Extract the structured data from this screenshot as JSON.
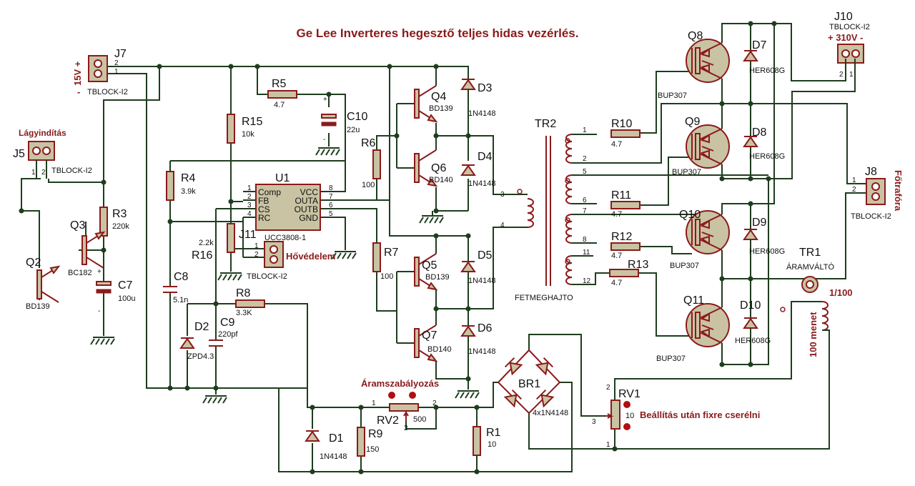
{
  "title": "Ge Lee Inverteres hegesztő teljes hidas vezérlés.",
  "colors": {
    "wire": "#1e3d1e",
    "component_outline": "#8b1a1a",
    "component_fill": "#c9c3a3",
    "annotation": "#8b1a1a"
  },
  "annotations": {
    "supply_15v": "15V +",
    "supply_15v_minus": "-",
    "softstart": "Lágyindítás",
    "thermal": "Hővédelem",
    "current_reg": "Áramszabályozás",
    "rv1_note": "Beállítás után fixre cserélni",
    "supply_310v": "+ 310V -",
    "main_trafo": "Főtrafóra",
    "tr1_ratio": "1/100",
    "tr1_turns": "100 menet"
  },
  "components": {
    "J7": {
      "ref": "J7",
      "value": "TBLOCK-I2"
    },
    "J5": {
      "ref": "J5",
      "value": "TBLOCK-I2"
    },
    "J11": {
      "ref": "J11",
      "value": "TBLOCK-I2"
    },
    "J10": {
      "ref": "J10",
      "value": "TBLOCK-I2"
    },
    "J8": {
      "ref": "J8",
      "value": "TBLOCK-I2"
    },
    "R1": {
      "ref": "R1",
      "value": "10"
    },
    "R3": {
      "ref": "R3",
      "value": "220k"
    },
    "R4": {
      "ref": "R4",
      "value": "3.9k"
    },
    "R5": {
      "ref": "R5",
      "value": "4.7"
    },
    "R6": {
      "ref": "R6",
      "value": "100"
    },
    "R7": {
      "ref": "R7",
      "value": "100"
    },
    "R8": {
      "ref": "R8",
      "value": "3.3K"
    },
    "R9": {
      "ref": "R9",
      "value": "150"
    },
    "R10": {
      "ref": "R10",
      "value": "4.7"
    },
    "R11": {
      "ref": "R11",
      "value": "4.7"
    },
    "R12": {
      "ref": "R12",
      "value": "4.7"
    },
    "R13": {
      "ref": "R13",
      "value": "4.7"
    },
    "R15": {
      "ref": "R15",
      "value": "10k"
    },
    "R16": {
      "ref": "R16",
      "value": "2.2k"
    },
    "RV1": {
      "ref": "RV1",
      "value": "10"
    },
    "RV2": {
      "ref": "RV2",
      "value": "500"
    },
    "C7": {
      "ref": "C7",
      "value": "100u"
    },
    "C8": {
      "ref": "C8",
      "value": "5.1n"
    },
    "C9": {
      "ref": "C9",
      "value": "220pf"
    },
    "C10": {
      "ref": "C10",
      "value": "22u"
    },
    "D1": {
      "ref": "D1",
      "value": "1N4148"
    },
    "D2": {
      "ref": "D2",
      "value": "ZPD4.3"
    },
    "D3": {
      "ref": "D3",
      "value": "1N4148"
    },
    "D4": {
      "ref": "D4",
      "value": "1N4148"
    },
    "D5": {
      "ref": "D5",
      "value": "1N4148"
    },
    "D6": {
      "ref": "D6",
      "value": "1N4148"
    },
    "D7": {
      "ref": "D7",
      "value": "HER608G"
    },
    "D8": {
      "ref": "D8",
      "value": "HER608G"
    },
    "D9": {
      "ref": "D9",
      "value": "HER608G"
    },
    "D10": {
      "ref": "D10",
      "value": "HER608G"
    },
    "Q2": {
      "ref": "Q2",
      "value": "BD139"
    },
    "Q3": {
      "ref": "Q3",
      "value": "BC182"
    },
    "Q4": {
      "ref": "Q4",
      "value": "BD139"
    },
    "Q5": {
      "ref": "Q5",
      "value": "BD139"
    },
    "Q6": {
      "ref": "Q6",
      "value": "BD140"
    },
    "Q7": {
      "ref": "Q7",
      "value": "BD140"
    },
    "Q8": {
      "ref": "Q8",
      "value": "BUP307"
    },
    "Q9": {
      "ref": "Q9",
      "value": "BUP307"
    },
    "Q10": {
      "ref": "Q10",
      "value": "BUP307"
    },
    "Q11": {
      "ref": "Q11",
      "value": "BUP307"
    },
    "U1": {
      "ref": "U1",
      "value": "UCC3808-1",
      "pins_left": [
        "Comp",
        "FB",
        "CS",
        "RC"
      ],
      "pins_right": [
        "VCC",
        "OUTA",
        "OUTB",
        "GND"
      ]
    },
    "TR1": {
      "ref": "TR1",
      "value": "ÁRAMVÁLTÓ"
    },
    "TR2": {
      "ref": "TR2",
      "value": "FETMEGHAJTO"
    },
    "BR1": {
      "ref": "BR1",
      "value": "4x1N4148"
    }
  },
  "pins": {
    "J7_2": "2",
    "J7_1": "1",
    "J5_1": "1",
    "J5_2": "2",
    "J11_1": "1",
    "J11_2": "2",
    "J10_2": "2",
    "J10_1": "1",
    "J8_1": "1",
    "J8_2": "2",
    "U1_1": "1",
    "U1_2": "2",
    "U1_3": "3",
    "U1_4": "4",
    "U1_8": "8",
    "U1_7": "7",
    "U1_6": "6",
    "U1_5": "5",
    "TR2_1": "1",
    "TR2_2": "2",
    "TR2_3": "3",
    "TR2_4": "4",
    "TR2_5": "5",
    "TR2_6": "6",
    "TR2_7": "7",
    "TR2_8": "8",
    "TR2_11": "11",
    "TR2_12": "12",
    "RV2_1": "1",
    "RV2_2": "2",
    "RV2_3": "3",
    "RV1_1": "1",
    "RV1_2": "2",
    "RV1_3": "3",
    "C7_plus": "+",
    "C7_minus": "-",
    "C10_plus": "+",
    "C10_minus": "-"
  }
}
